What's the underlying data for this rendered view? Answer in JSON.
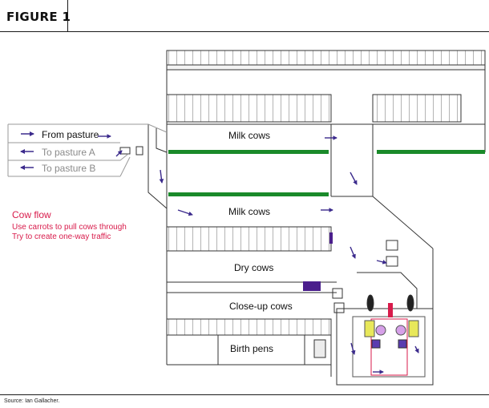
{
  "figure": {
    "title": "FIGURE 1",
    "source": "Source: Ian Gallacher."
  },
  "legend": {
    "heading": "Cow flow",
    "line1": "Use carrots to pull cows through",
    "line2": "Try to create one-way traffic"
  },
  "routes": [
    {
      "label": "From pasture"
    },
    {
      "label": "To pasture A"
    },
    {
      "label": "To pasture B"
    }
  ],
  "areas": {
    "milk_cows_1": "Milk cows",
    "milk_cows_2": "Milk cows",
    "dry_cows": "Dry cows",
    "close_up_cows": "Close-up cows",
    "birth_pens": "Birth pens"
  },
  "colors": {
    "arrow": "#3b2a8c",
    "legend_text": "#d81b4b",
    "feed_alley": "#1a8a2a",
    "route_faded": "#9a9a9a",
    "structure": "#333333"
  }
}
